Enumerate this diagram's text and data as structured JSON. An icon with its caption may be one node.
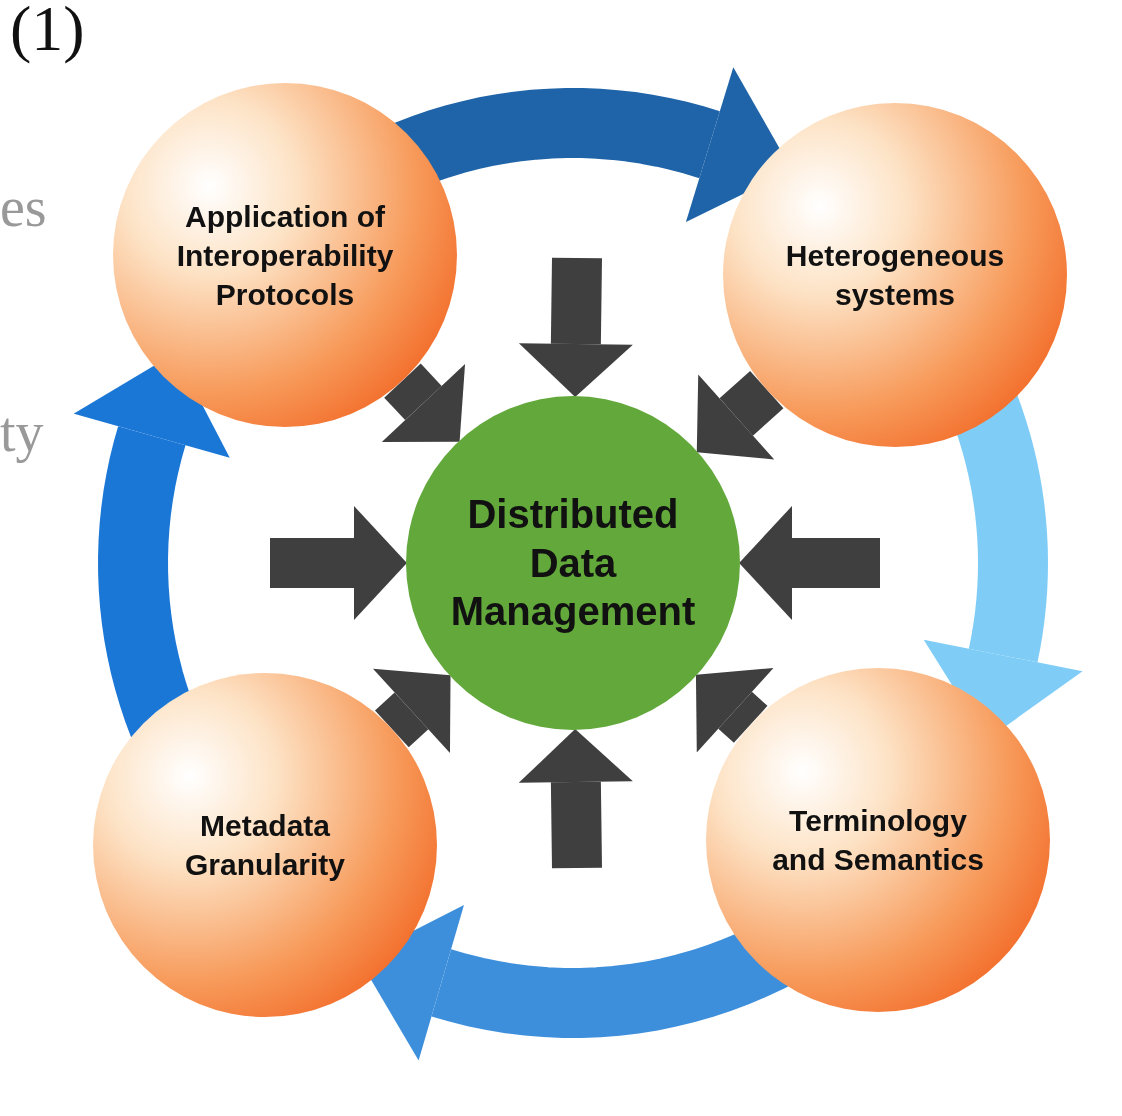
{
  "diagram": {
    "nodes": [
      {
        "text": [
          "Distributed Data Management"
        ]
      },
      {
        "text": [
          "Application of Interoperability Protocols"
        ]
      },
      {
        "text": [
          "Heterogeneous systems"
        ]
      },
      {
        "text": [
          "Terminology and Semantics"
        ]
      },
      {
        "text": [
          "Metadata Granularity"
        ]
      }
    ],
    "edges": [
      {
        "from": 1,
        "to": 2,
        "arrow": "to",
        "color": "#1f64a8"
      },
      {
        "from": 2,
        "to": 3,
        "arrow": "to",
        "color": "#7fcdf7"
      },
      {
        "from": 3,
        "to": 4,
        "arrow": "to",
        "color": "#3d8fdc"
      },
      {
        "from": 4,
        "to": 1,
        "arrow": "to",
        "color": "#1b77d6"
      },
      {
        "from": 1,
        "to": 0,
        "arrow": "to"
      },
      {
        "from": null,
        "to": 0,
        "arrow": "to"
      },
      {
        "from": 2,
        "to": 0,
        "arrow": "to"
      },
      {
        "from": null,
        "to": 0,
        "arrow": "to"
      },
      {
        "from": 3,
        "to": 0,
        "arrow": "to"
      },
      {
        "from": null,
        "to": 0,
        "arrow": "to"
      },
      {
        "from": 4,
        "to": 0,
        "arrow": "to"
      },
      {
        "from": null,
        "to": 0,
        "arrow": "to"
      }
    ],
    "labels": [
      "(1)",
      "es",
      "ty"
    ]
  }
}
